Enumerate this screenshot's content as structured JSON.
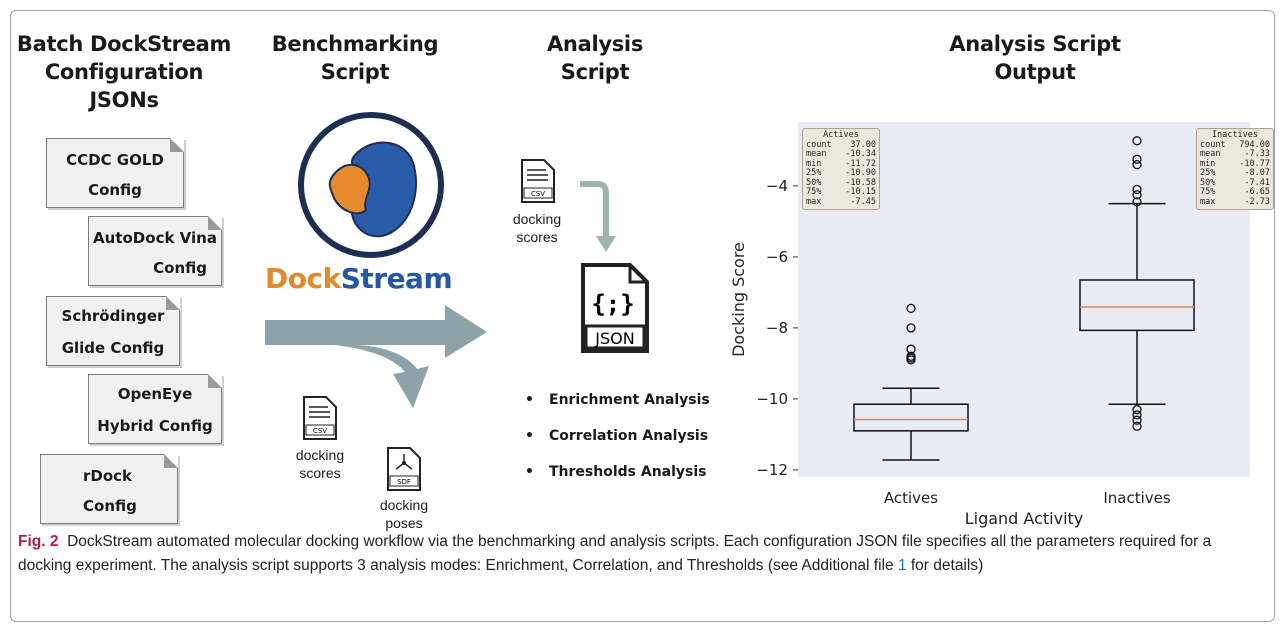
{
  "headers": {
    "col1": [
      "Batch DockStream",
      "Configuration",
      "JSONs"
    ],
    "col2": [
      "Benchmarking",
      "Script"
    ],
    "col3": [
      "Analysis",
      "Script"
    ],
    "col4": [
      "Analysis Script",
      "Output"
    ]
  },
  "configs": [
    {
      "line1": "CCDC GOLD",
      "line2": "Config"
    },
    {
      "line1": "AutoDock Vina",
      "line2": "Config"
    },
    {
      "line1": "Schrödinger",
      "line2": "Glide Config"
    },
    {
      "line1": "OpenEye",
      "line2": "Hybrid Config"
    },
    {
      "line1": "rDock",
      "line2": "Config"
    }
  ],
  "logo": {
    "dock": "Dock",
    "stream": "Stream",
    "dock_color": "#e08a2a",
    "stream_color": "#2457a6"
  },
  "files": {
    "csv_tag": "CSV",
    "sdf_tag": "SDF",
    "json_tag": "JSON",
    "json_glyph": "{;}",
    "scores_line1": "docking",
    "scores_line2": "scores",
    "poses_line1": "docking",
    "poses_line2": "poses"
  },
  "analyses": [
    "Enrichment Analysis",
    "Correlation Analysis",
    "Thresholds Analysis"
  ],
  "chart_data": {
    "type": "box",
    "xlabel": "Ligand Activity",
    "ylabel": "Docking Score",
    "ylim": [
      -12.2,
      -2.2
    ],
    "yticks": [
      -4,
      -6,
      -8,
      -10,
      -12
    ],
    "categories": [
      "Actives",
      "Inactives"
    ],
    "boxes": [
      {
        "name": "Actives",
        "min": -11.72,
        "q1": -10.9,
        "median": -10.58,
        "q3": -10.15,
        "max": -9.7,
        "outliers": [
          -7.45,
          -8.0,
          -8.6,
          -8.8,
          -8.85,
          -8.9
        ]
      },
      {
        "name": "Inactives",
        "min": -10.15,
        "q1": -8.07,
        "median": -7.41,
        "q3": -6.65,
        "max": -4.5,
        "outliers": [
          -2.73,
          -3.25,
          -3.4,
          -4.1,
          -4.25,
          -4.45,
          -10.3,
          -10.45,
          -10.6,
          -10.77
        ]
      }
    ],
    "stats_boxes": [
      {
        "title": "Actives",
        "rows": [
          [
            "count",
            "37.00"
          ],
          [
            "mean",
            "-10.34"
          ],
          [
            "min",
            "-11.72"
          ],
          [
            "25%",
            "-10.90"
          ],
          [
            "50%",
            "-10.58"
          ],
          [
            "75%",
            "-10.15"
          ],
          [
            "max",
            "-7.45"
          ]
        ]
      },
      {
        "title": "Inactives",
        "rows": [
          [
            "count",
            "794.00"
          ],
          [
            "mean",
            "-7.33"
          ],
          [
            "min",
            "-10.77"
          ],
          [
            "25%",
            "-8.07"
          ],
          [
            "50%",
            "-7.41"
          ],
          [
            "75%",
            "-6.65"
          ],
          [
            "max",
            "-2.73"
          ]
        ]
      }
    ],
    "colors": {
      "plot_bg": "#e9ecf5",
      "median": "#e08a4a"
    }
  },
  "caption": {
    "figno": "Fig. 2",
    "text_a": "DockStream automated molecular docking workflow via the benchmarking and analysis scripts. Each configuration JSON file specifies all the parameters required for a docking experiment. The analysis script supports 3 analysis modes: Enrichment, Correlation, and Thresholds (see Additional file",
    "link": "1",
    "text_b": "for details)"
  }
}
